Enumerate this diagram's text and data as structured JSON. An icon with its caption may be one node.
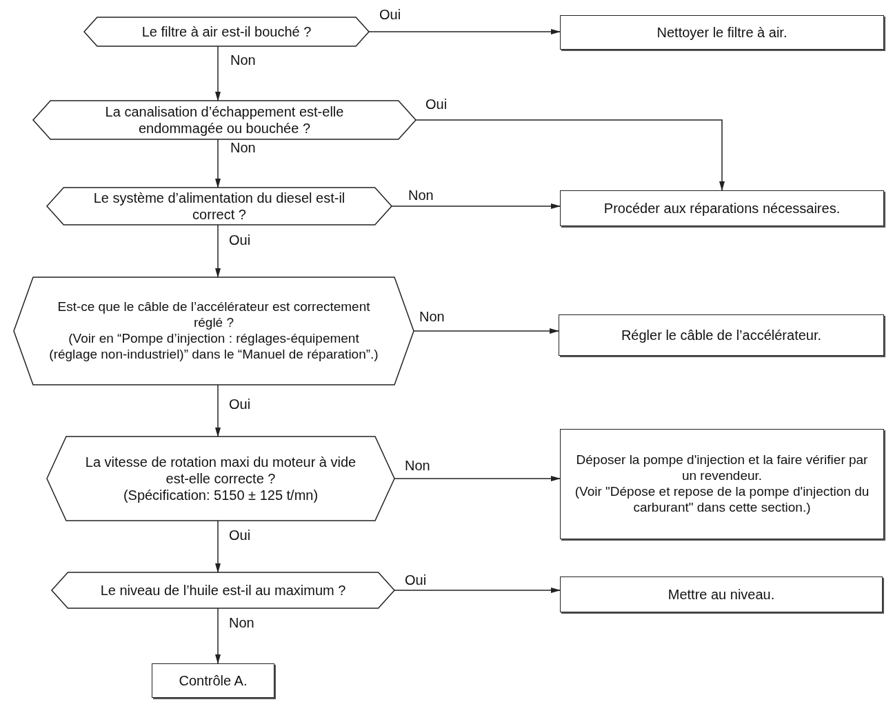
{
  "diagram": {
    "nodes": [
      {
        "text": [
          "Le filtre à air est-il bouché ?"
        ]
      },
      {
        "text": [
          "Nettoyer le filtre à air."
        ]
      },
      {
        "text": [
          "La canalisation d’échappement est-elle endommagée ou bouchée ?"
        ]
      },
      {
        "text": [
          "Le système d’alimentation du diesel est-il correct ?"
        ]
      },
      {
        "text": [
          "Procéder aux réparations nécessaires."
        ]
      },
      {
        "text": [
          "Est-ce que le câble de l’accélérateur est correctement réglé ?",
          "(Voir en “Pompe d’injection : réglages-équipement (réglage non-industriel)” dans le “Manuel de réparation”.)"
        ]
      },
      {
        "text": [
          "Régler le câble de l’accélérateur."
        ]
      },
      {
        "text": [
          "La vitesse de rotation maxi du moteur à vide est-elle correcte ?",
          "(Spécification: 5150 ± 125 t/mn)"
        ]
      },
      {
        "text": [
          "Déposer la pompe d'injection et la faire vérifier par un revendeur.",
          "(Voir \"Dépose et repose de la pompe d'injection du carburant\" dans cette section.)"
        ]
      },
      {
        "text": [
          "Le niveau de l’huile est-il au maximum ?"
        ]
      },
      {
        "text": [
          "Mettre au niveau."
        ]
      },
      {
        "text": [
          "Contrôle A."
        ]
      }
    ],
    "edges": [
      {
        "from": 0,
        "to": 1,
        "arrow": "to",
        "label": "Oui"
      },
      {
        "from": 0,
        "to": 2,
        "arrow": "to",
        "label": "Non"
      },
      {
        "from": 2,
        "to": 4,
        "arrow": "to",
        "label": "Oui"
      },
      {
        "from": 2,
        "to": 3,
        "arrow": "to",
        "label": "Non"
      },
      {
        "from": 3,
        "to": 4,
        "arrow": "to",
        "label": "Non"
      },
      {
        "from": 3,
        "to": 5,
        "arrow": "to",
        "label": "Oui"
      },
      {
        "from": 5,
        "to": 6,
        "arrow": "to",
        "label": "Non"
      },
      {
        "from": 5,
        "to": 7,
        "arrow": "to",
        "label": "Oui"
      },
      {
        "from": 7,
        "to": 8,
        "arrow": "to",
        "label": "Non"
      },
      {
        "from": 7,
        "to": 9,
        "arrow": "to",
        "label": "Oui"
      },
      {
        "from": 9,
        "to": 10,
        "arrow": "to",
        "label": "Oui"
      },
      {
        "from": 9,
        "to": 11,
        "arrow": "to",
        "label": "Non"
      }
    ]
  }
}
